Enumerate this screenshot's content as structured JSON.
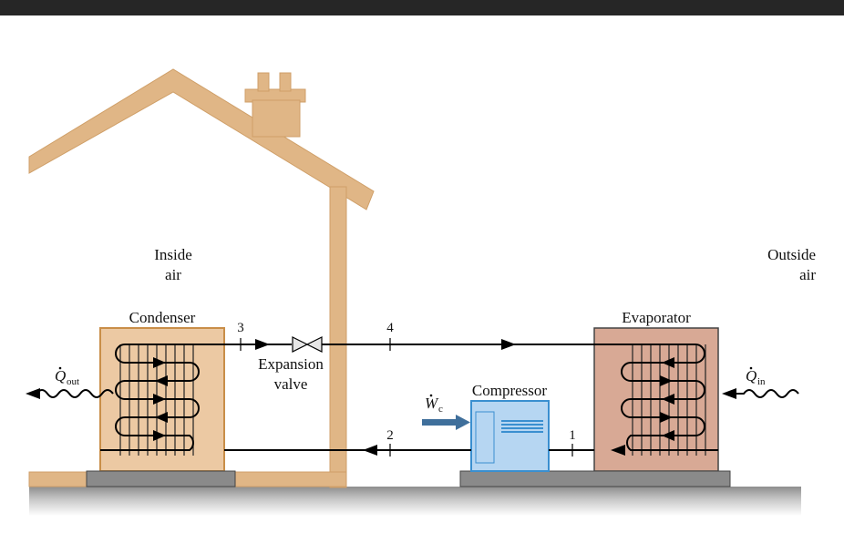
{
  "labels": {
    "inside_air_line1": "Inside",
    "inside_air_line2": "air",
    "outside_air_line1": "Outside",
    "outside_air_line2": "air",
    "condenser": "Condenser",
    "evaporator": "Evaporator",
    "compressor": "Compressor",
    "expansion_valve_line1": "Expansion",
    "expansion_valve_line2": "valve"
  },
  "symbols": {
    "q_out": "Q",
    "q_out_sub": "out",
    "q_in": "Q",
    "q_in_sub": "in",
    "w_c": "W",
    "w_c_sub": "c"
  },
  "states": {
    "s1": "1",
    "s2": "2",
    "s3": "3",
    "s4": "4"
  },
  "colors": {
    "house": "#e0b686",
    "condenser_fill": "#ecc9a3",
    "condenser_border": "#c98e48",
    "evaporator_fill": "#d8a995",
    "compressor_fill": "#b6d6f2",
    "compressor_border": "#3a8fd0",
    "work_arrow": "#3f6f9b",
    "base": "#8a8a8a",
    "ground": "#9a9a9a"
  }
}
